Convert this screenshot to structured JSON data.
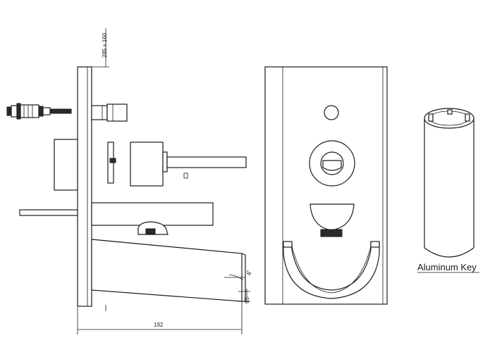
{
  "labels": {
    "cutout_size": "285 x 160",
    "width_dim": "192",
    "height_dim": "15",
    "angle_dim": "4°",
    "key_caption": "Aluminum Key"
  }
}
